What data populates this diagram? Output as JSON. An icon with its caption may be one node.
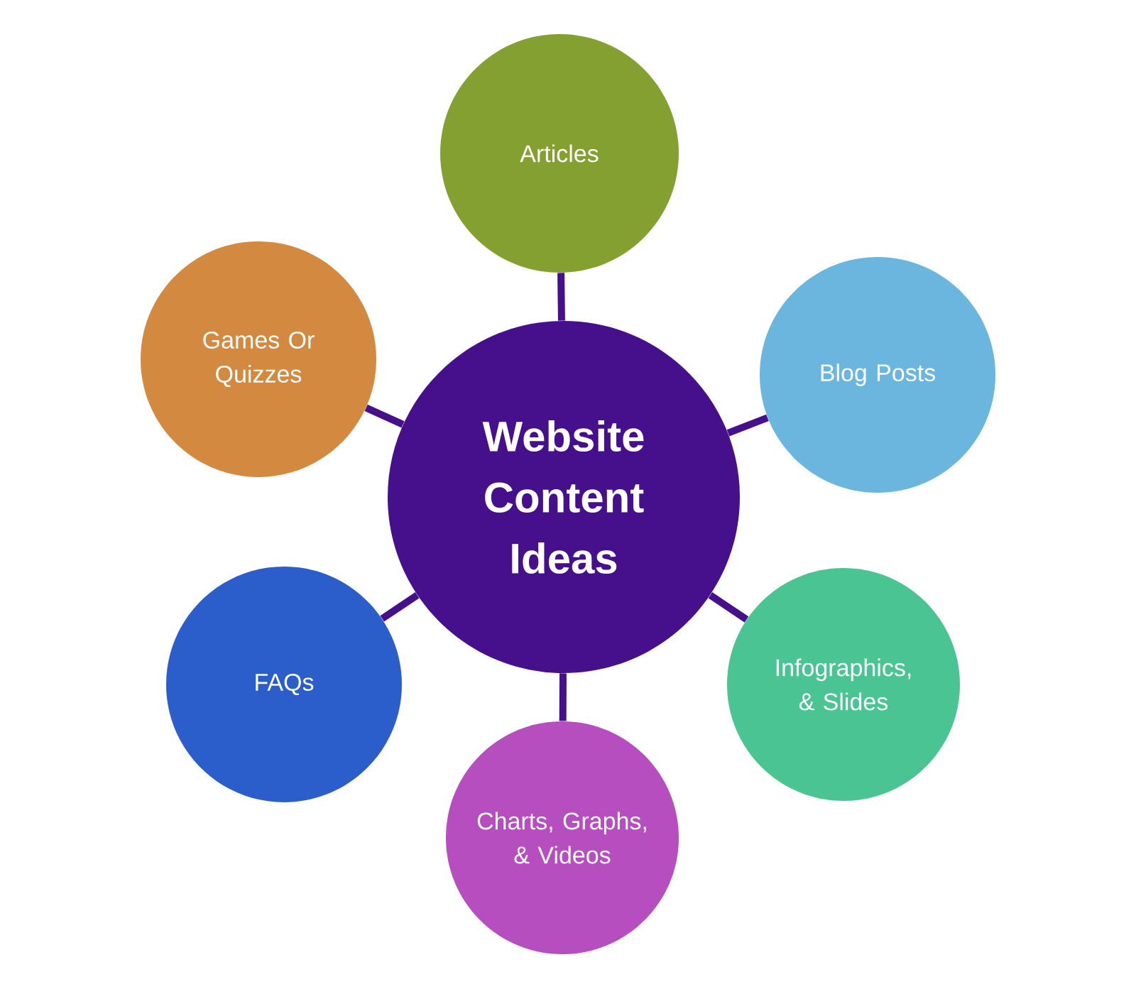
{
  "diagram": {
    "nodes": [
      {
        "text": [
          "Website Content Ideas"
        ]
      },
      {
        "text": [
          "Articles"
        ]
      },
      {
        "text": [
          "Blog Posts"
        ]
      },
      {
        "text": [
          "Infographics, & Slides"
        ]
      },
      {
        "text": [
          "Charts, Graphs, & Videos"
        ]
      },
      {
        "text": [
          "FAQs"
        ]
      },
      {
        "text": [
          "Games Or Quizzes"
        ]
      }
    ],
    "edges": [
      {
        "from": 0,
        "to": 1,
        "arrow": "none"
      },
      {
        "from": 0,
        "to": 2,
        "arrow": "none"
      },
      {
        "from": 0,
        "to": 3,
        "arrow": "none"
      },
      {
        "from": 0,
        "to": 4,
        "arrow": "none"
      },
      {
        "from": 0,
        "to": 5,
        "arrow": "none"
      },
      {
        "from": 0,
        "to": 6,
        "arrow": "none"
      }
    ]
  }
}
